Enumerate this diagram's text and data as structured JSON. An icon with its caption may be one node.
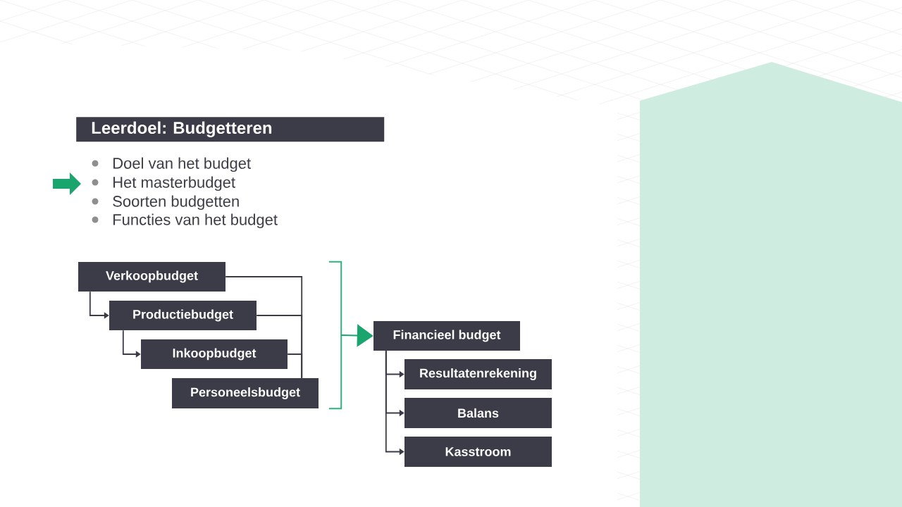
{
  "diagram": {
    "title": "Leerdoel: Budgetteren",
    "nodes": [
      {
        "text": [
          "Verkoopbudget"
        ]
      },
      {
        "text": [
          "Productiebudget"
        ]
      },
      {
        "text": [
          "Inkoopbudget"
        ]
      },
      {
        "text": [
          "Personeelsbudget"
        ]
      },
      {
        "text": [],
        "shape": "bracket"
      },
      {
        "text": [
          "Financieel budget"
        ]
      },
      {
        "text": [
          "Resultatenrekening"
        ]
      },
      {
        "text": [
          "Balans"
        ]
      },
      {
        "text": [
          "Kasstroom"
        ]
      }
    ],
    "edges": [
      {
        "from": 0,
        "to": 1,
        "arrow": "to"
      },
      {
        "from": 1,
        "to": 2,
        "arrow": "to"
      },
      {
        "from": 0,
        "to": 3,
        "arrow": "none"
      },
      {
        "from": 1,
        "to": 3,
        "arrow": "none"
      },
      {
        "from": 2,
        "to": 3,
        "arrow": "none"
      },
      {
        "from": 4,
        "to": 5,
        "arrow": "to",
        "color": "#1aa56f"
      },
      {
        "from": 5,
        "to": 6,
        "arrow": "to"
      },
      {
        "from": 5,
        "to": 7,
        "arrow": "to"
      },
      {
        "from": 5,
        "to": 8,
        "arrow": "to"
      }
    ],
    "labels": [
      "Doel van het budget",
      "Het masterbudget",
      "Soorten budgetten",
      "Functies van het budget"
    ]
  }
}
